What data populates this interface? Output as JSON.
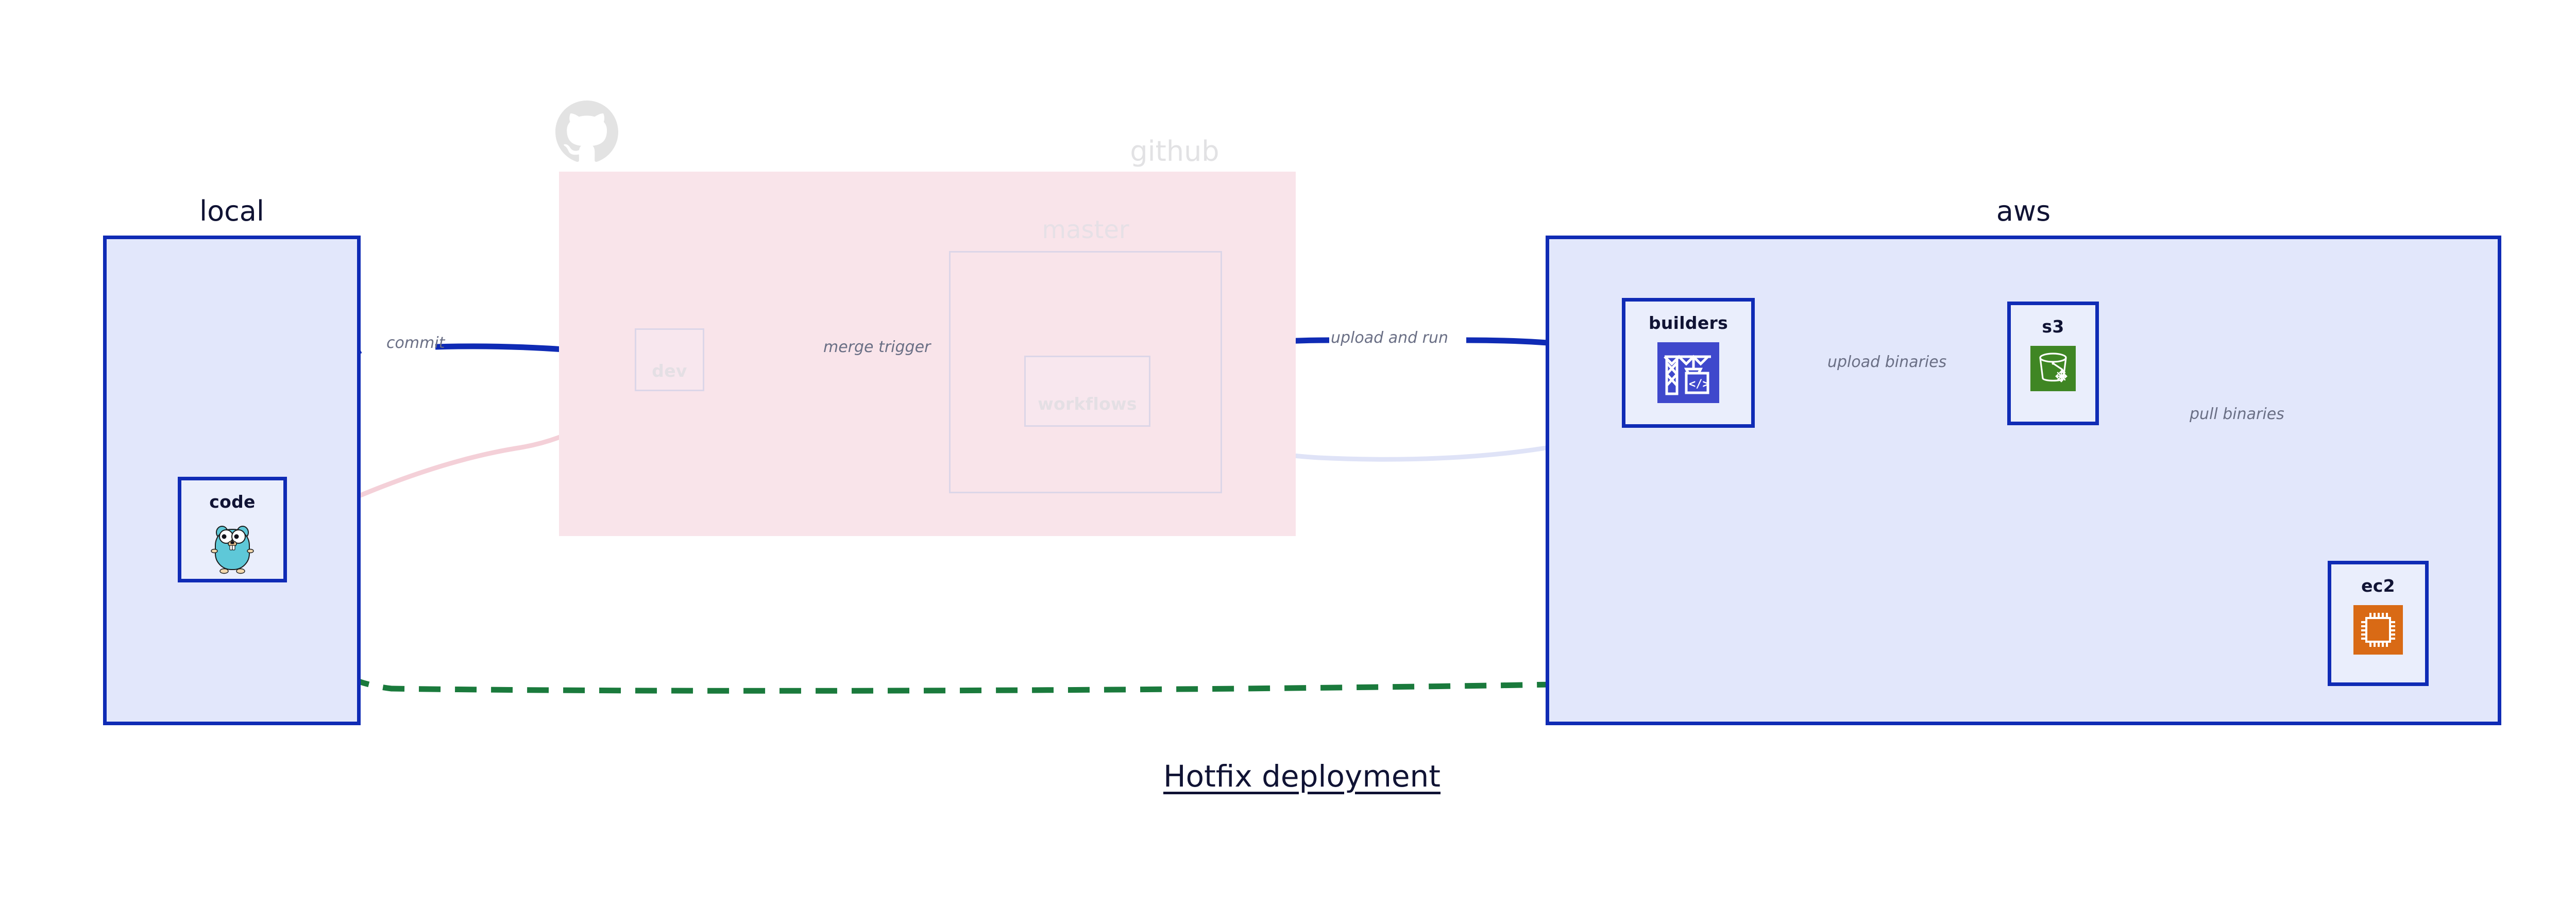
{
  "diagram": {
    "title": "Hotfix deployment",
    "containers": [
      {
        "id": "local",
        "label": "local"
      },
      {
        "id": "github",
        "label": "github"
      },
      {
        "id": "aws",
        "label": "aws"
      }
    ],
    "groups": [
      {
        "id": "master",
        "label": "master"
      }
    ],
    "nodes": [
      {
        "id": "code",
        "label": "code",
        "icon": "go-gopher-icon",
        "state": "active"
      },
      {
        "id": "dev",
        "label": "dev",
        "icon": "none",
        "state": "faded"
      },
      {
        "id": "workflows",
        "label": "workflows",
        "icon": "none",
        "state": "faded"
      },
      {
        "id": "builders",
        "label": "builders",
        "icon": "aws-codebuild-icon",
        "state": "active"
      },
      {
        "id": "s3",
        "label": "s3",
        "icon": "aws-s3-glacier-icon",
        "state": "active"
      },
      {
        "id": "ec2",
        "label": "ec2",
        "icon": "aws-ec2-icon",
        "state": "active"
      }
    ],
    "edges": [
      {
        "from": "code",
        "to": "dev",
        "label": "commit",
        "style": "solid",
        "color": "#0f2bb5"
      },
      {
        "from": "dev",
        "to": "workflows",
        "label": "merge trigger",
        "style": "solid",
        "color": "#0f2bb5"
      },
      {
        "from": "workflows",
        "to": "builders",
        "label": "upload and run",
        "style": "solid",
        "color": "#0f2bb5"
      },
      {
        "from": "builders",
        "to": "s3",
        "label": "upload binaries",
        "style": "solid",
        "color": "#0f2bb5"
      },
      {
        "from": "s3",
        "to": "ec2",
        "label": "pull binaries",
        "style": "solid",
        "color": "#0f2bb5"
      },
      {
        "from": "code",
        "to": "ec2",
        "label": "",
        "style": "dashed",
        "color": "#1a7a3c"
      }
    ],
    "logos": [
      {
        "id": "github-logo",
        "name": "github-octocat-icon"
      }
    ],
    "colors": {
      "accent_blue": "#0f2bb5",
      "container_blue_fill": "#e2e7fb",
      "container_pink_fill": "#f9e4ea",
      "node_fill": "#eaeefc",
      "hotfix_green": "#1a7a3c",
      "codebuild_purple": "#3f48cc",
      "s3_glacier_green": "#3f8624",
      "ec2_orange": "#d96a15",
      "gopher_teal": "#5ec8d8",
      "label_gray": "#6a6f85",
      "text_dark": "#101334",
      "faded_gray": "#e4dfe4"
    }
  }
}
